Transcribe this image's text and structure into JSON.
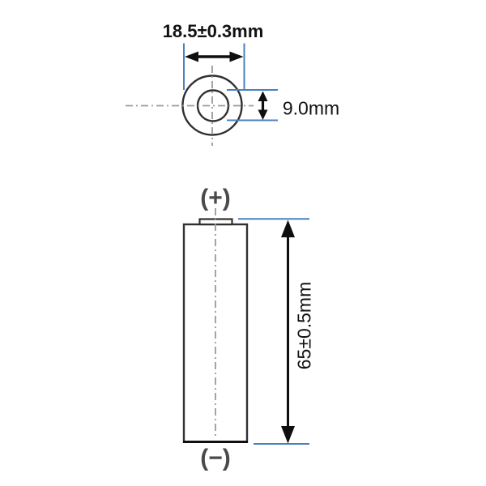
{
  "colors": {
    "background": "#ffffff",
    "line_dark": "#303030",
    "arrow_black": "#0f0f0f",
    "dimension_blue": "#4a80c0",
    "centerline_gray": "#9a9a9a",
    "terminal_gray": "#4a4a4a",
    "text_black": "#111111"
  },
  "top_view": {
    "diameter_label": "18.5±0.3mm",
    "nub_diameter_label": "9.0mm"
  },
  "side_view": {
    "positive_terminal_label": "(+)",
    "negative_terminal_label": "(−)",
    "height_label": "65±0.5mm"
  }
}
